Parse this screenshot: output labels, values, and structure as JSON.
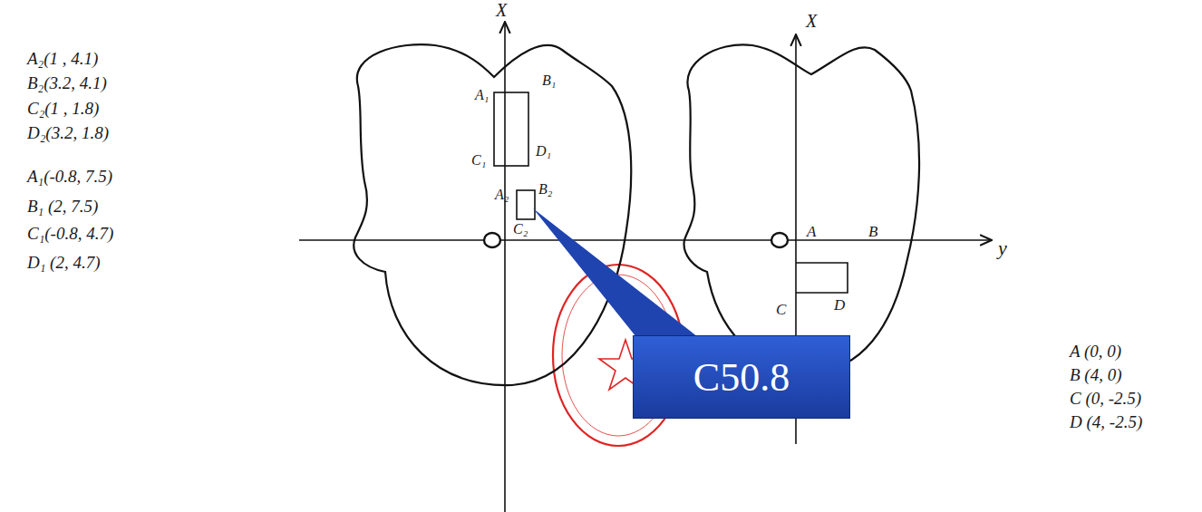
{
  "diagram": {
    "nodes": [
      {
        "text": [
          "C50.8"
        ]
      }
    ],
    "labels": [
      "A₂(1 , 4.1)",
      "B₂(3.2, 4.1)",
      "C₂(1 , 1.8)",
      "D₂(3.2, 1.8)",
      "A₁(-0.8, 7.5)",
      "B₁ (2, 7.5)",
      "C₁(-0.8, 4.7)",
      "D₁ (2, 4.7)",
      "X",
      "X",
      "y",
      "A₁",
      "B₁",
      "C₁",
      "D₁",
      "A₂",
      "B₂",
      "C₂",
      "A",
      "B",
      "C",
      "D",
      "A (0, 0)",
      "B (4, 0)",
      "C (0, -2.5)",
      "D (4, -2.5)"
    ]
  }
}
